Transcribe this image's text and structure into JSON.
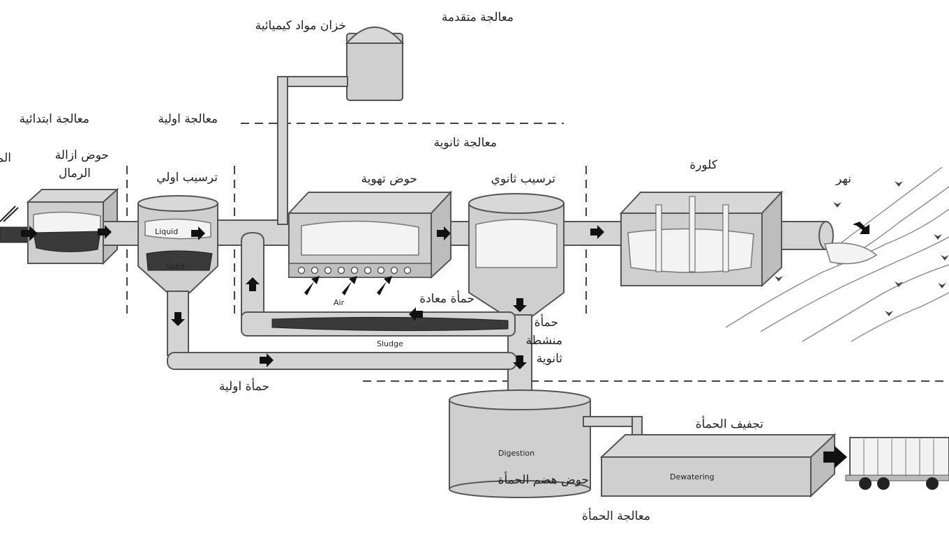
{
  "labels": {
    "preliminary_treatment": "معالجة ابتدائية",
    "primary_treatment": "معالجة اولية",
    "advanced_treatment": "معالجة متقدمة",
    "chemical_tank": "خزان مواد كيميائية",
    "secondary_treatment": "معالجة ثانوية",
    "grit_chamber": "حوض ازالة",
    "grit_chamber_2": "الرمال",
    "inflow": "الم",
    "primary_clarifier": "ترسيب اولي",
    "aeration_tank": "حوض تهوية",
    "secondary_clarifier": "ترسيب ثانوي",
    "chlorination": "كلورة",
    "river": "نهر",
    "returned_sludge": "حمأة معادة",
    "activated_sludge_1": "حمأة",
    "activated_sludge_2": "منشطة",
    "activated_sludge_3": "ثانوية",
    "primary_sludge": "حمأة اولية",
    "sludge_drying": "تجفيف الحمأة",
    "digester": "حوض هضم الحمأة",
    "sludge_treatment": "معالجة الحمأة"
  },
  "en_labels": {
    "liquid": "Liquid",
    "solid": "Solid",
    "air": "Air",
    "sludge": "Sludge",
    "digestion": "Digestion",
    "dewatering": "Dewatering"
  }
}
